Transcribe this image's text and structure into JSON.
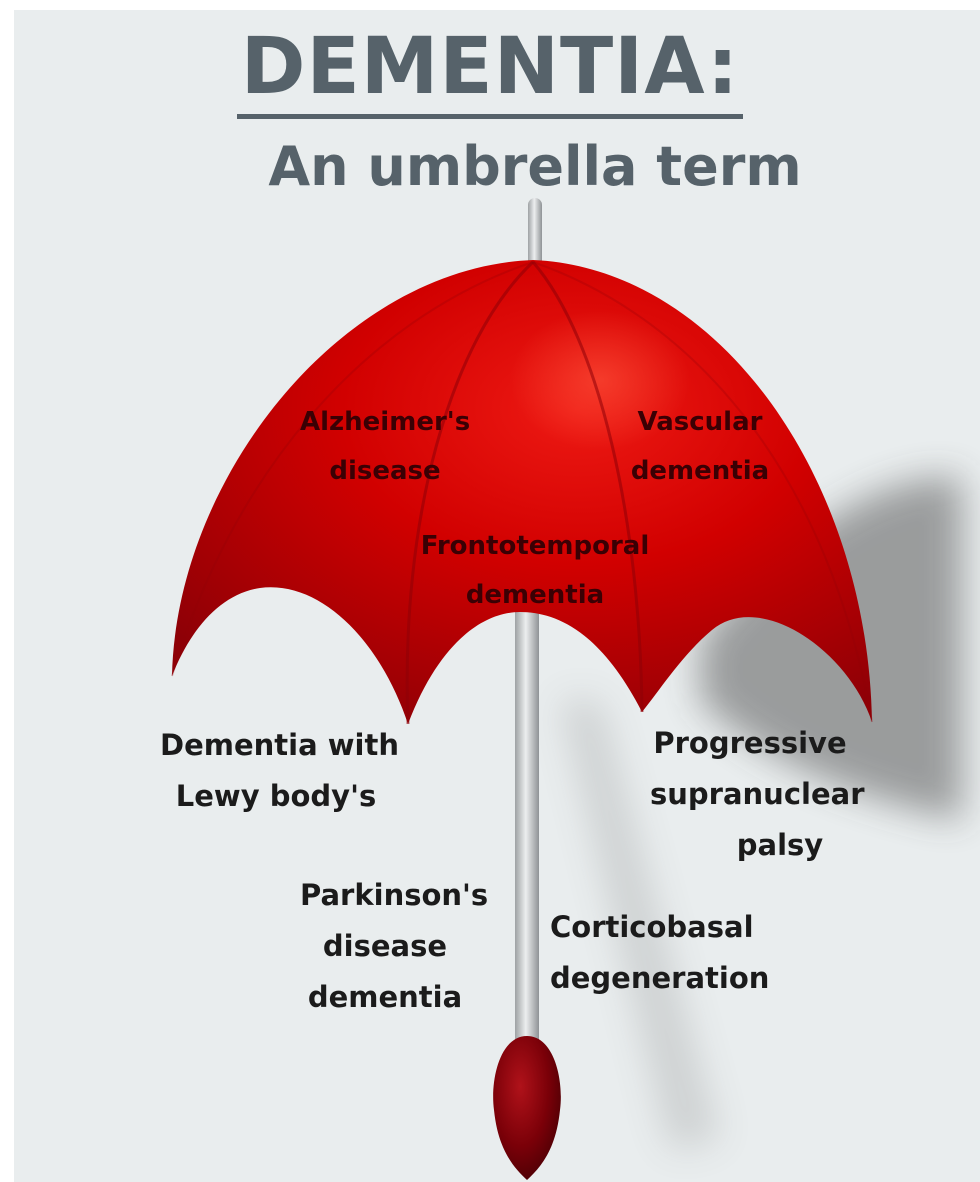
{
  "title": "DEMENTIA:",
  "subtitle": "An umbrella term",
  "canopy_labels": {
    "alzheimers": [
      "Alzheimer's",
      "disease"
    ],
    "vascular": [
      "Vascular",
      "dementia"
    ],
    "frontotemporal": [
      "Frontotemporal",
      "dementia"
    ]
  },
  "outside_labels": {
    "lewy": [
      "Dementia with",
      "Lewy body's"
    ],
    "psp": [
      "Progressive",
      "supranuclear",
      "palsy"
    ],
    "parkinsons": [
      "Parkinson's",
      "disease",
      "dementia"
    ],
    "corticobasal": [
      "Corticobasal",
      "degeneration"
    ]
  },
  "colors": {
    "background": "#e9edee",
    "umbrella_red": "#d10000",
    "umbrella_dark_red": "#7a0008",
    "shaft_grey": "#c7cacc",
    "text_grey": "#56626a",
    "label_text": "#1b1b1b"
  }
}
